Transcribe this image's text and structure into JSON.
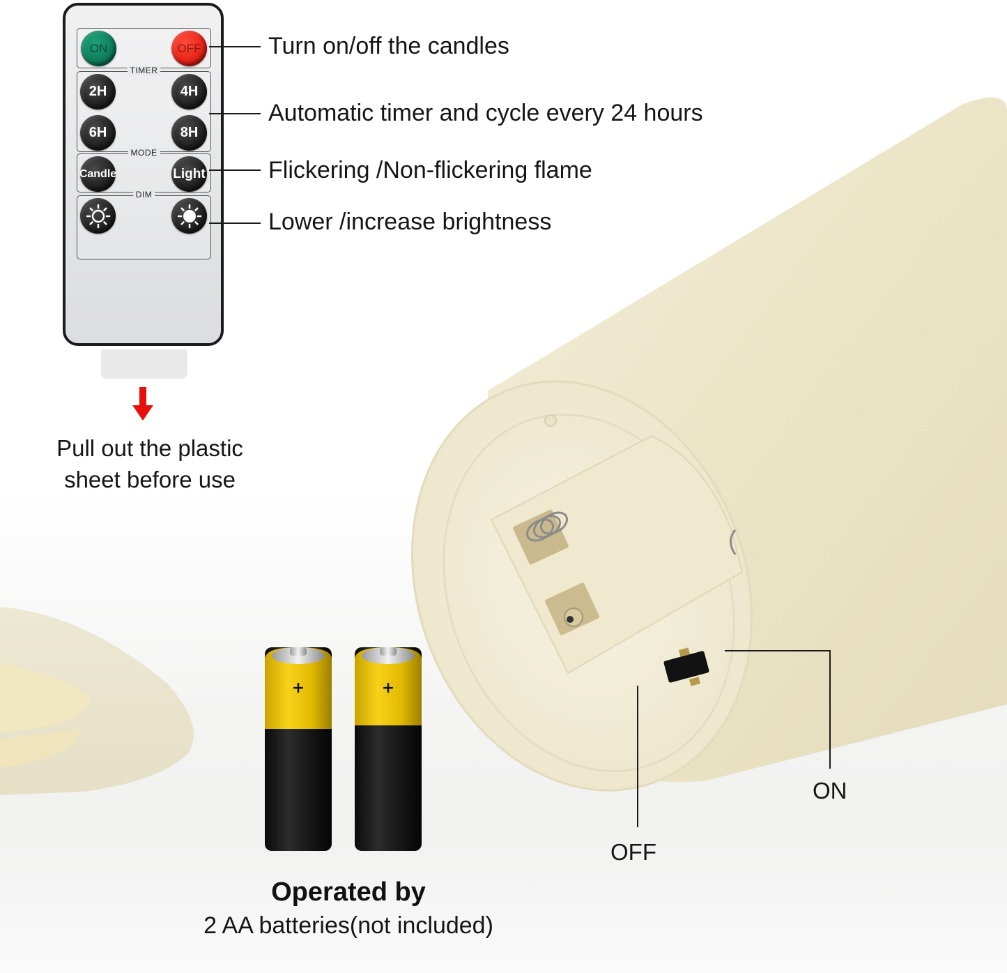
{
  "remote": {
    "power": {
      "on_label": "ON",
      "off_label": "OFF"
    },
    "timer": {
      "title": "TIMER",
      "buttons": [
        "2H",
        "4H",
        "6H",
        "8H"
      ]
    },
    "mode": {
      "title": "MODE",
      "buttons": [
        "Candle",
        "Light"
      ]
    },
    "dim": {
      "title": "DIM",
      "buttons": [
        "dim-lower-icon",
        "dim-increase-icon"
      ]
    },
    "colors": {
      "on": "#0c7b57",
      "off": "#e41e12",
      "buttons": "#1f1f1f",
      "body": "#e3e4e6"
    }
  },
  "callouts": [
    {
      "text": "Turn on/off the candles"
    },
    {
      "text": "Automatic timer and cycle every 24 hours"
    },
    {
      "text": "Flickering /Non-flickering flame"
    },
    {
      "text": "Lower /increase brightness"
    }
  ],
  "pull_tab": {
    "arrow_color": "#e8100a",
    "line1": "Pull out the plastic",
    "line2": "sheet before use"
  },
  "batteries": {
    "count": 2,
    "type": "AA",
    "plus_symbol": "+",
    "title": "Operated by",
    "subtitle": "2 AA batteries(not included)"
  },
  "candle": {
    "color": "#ede6c8",
    "switch": {
      "on_label": "ON",
      "off_label": "OFF"
    }
  }
}
